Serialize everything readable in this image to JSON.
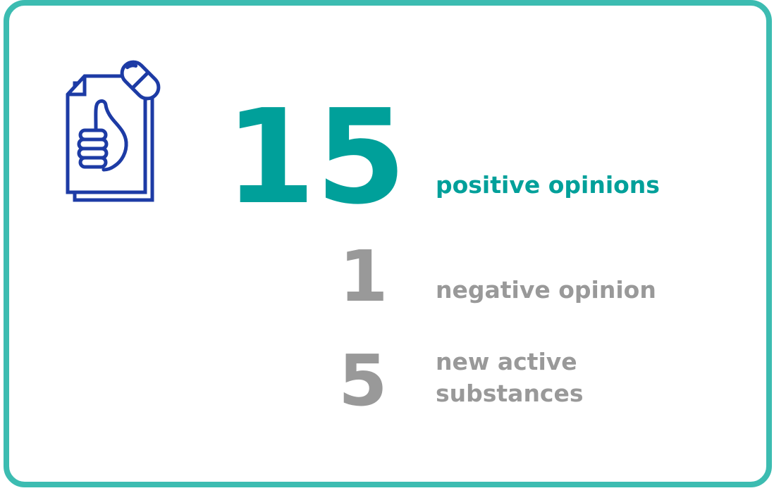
{
  "card": {
    "type": "infographic-stat-card",
    "border_color": "#3CBCB1",
    "background": "#FFFFFF"
  },
  "colors": {
    "frame_teal": "#3CBCB1",
    "positive_teal": "#00A09A",
    "neutral_gray": "#999999",
    "icon_blue": "#1D3BA5"
  },
  "icon": {
    "name": "approval-document-pill-icon",
    "meaning": "document with thumbs up and medicine capsule"
  },
  "stats": [
    {
      "value": "15",
      "label": "positive opinions"
    },
    {
      "value": "1",
      "label": "negative opinion"
    },
    {
      "value": "5",
      "label": "new active substances"
    }
  ],
  "chart_data": {
    "type": "table",
    "title": "",
    "categories": [
      "positive opinions",
      "negative opinion",
      "new active substances"
    ],
    "values": [
      15,
      1,
      5
    ],
    "value_colors": [
      "#00A09A",
      "#999999",
      "#999999"
    ],
    "legend_position": "none",
    "grid": false
  }
}
